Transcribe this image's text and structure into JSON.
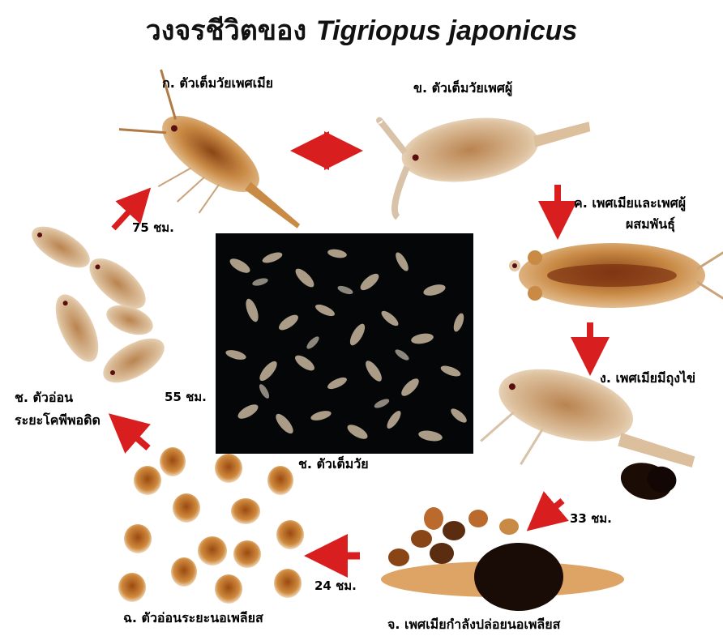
{
  "title": {
    "thai": "วงจรชีวิตของ",
    "scientific": "Tigriopus japonicus"
  },
  "stages": {
    "a": "ก. ตัวเต็มวัยเพศเมีย",
    "b": "ข. ตัวเต็มวัยเพศผู้",
    "c_line1": "ค. เพศเมียและเพศผู้",
    "c_line2": "ผสมพันธุ์",
    "d": "ง. เพศเมียมีถุงไข่",
    "e": "จ. เพศเมียกำลังปล่อยนอเพลียส",
    "f": "ฉ. ตัวอ่อนระยะนอเพลียส",
    "g_line1": "ช. ตัวอ่อน",
    "g_line2": "ระยะโคพีพอดิด",
    "center": "ช. ตัวเต็มวัย"
  },
  "durations": {
    "to_adult": "75 ชม.",
    "to_copepodid": "55 ชม.",
    "to_release": "33 ชม.",
    "to_nauplius": "24 ชม."
  },
  "colors": {
    "arrow": "#d81e1e",
    "copepod_body": "#c98a45",
    "copepod_dark": "#7a3d12",
    "photo_bg": "#050608"
  }
}
